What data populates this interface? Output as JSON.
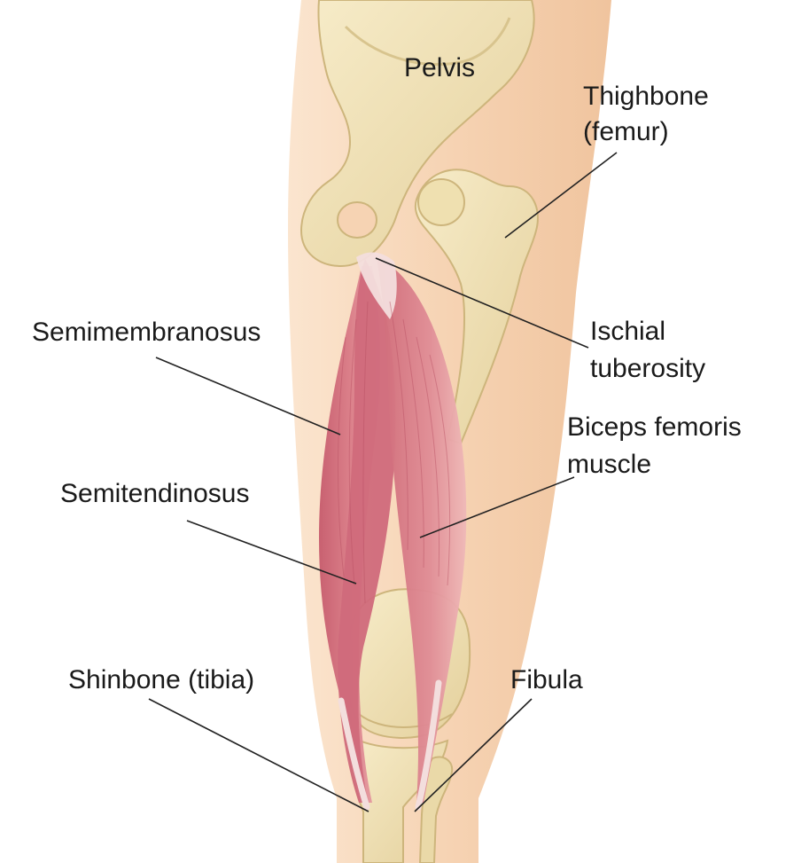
{
  "labels": {
    "pelvis": "Pelvis",
    "thighbone_line1": "Thighbone",
    "thighbone_line2": "(femur)",
    "ischial_line1": "Ischial",
    "ischial_line2": "tuberosity",
    "semimembranosus": "Semimembranosus",
    "biceps_line1": "Biceps femoris",
    "biceps_line2": "muscle",
    "semitendinosus": "Semitendinosus",
    "shinbone": "Shinbone (tibia)",
    "fibula": "Fibula"
  },
  "colors": {
    "skin": "#f6d7b8",
    "bone": "#f1e3b6",
    "bone_shadow": "#d8c48e",
    "muscle": "#d97a86",
    "muscle_dark": "#b84f62",
    "tendon": "#f3dedd",
    "leader_line": "#222222"
  }
}
